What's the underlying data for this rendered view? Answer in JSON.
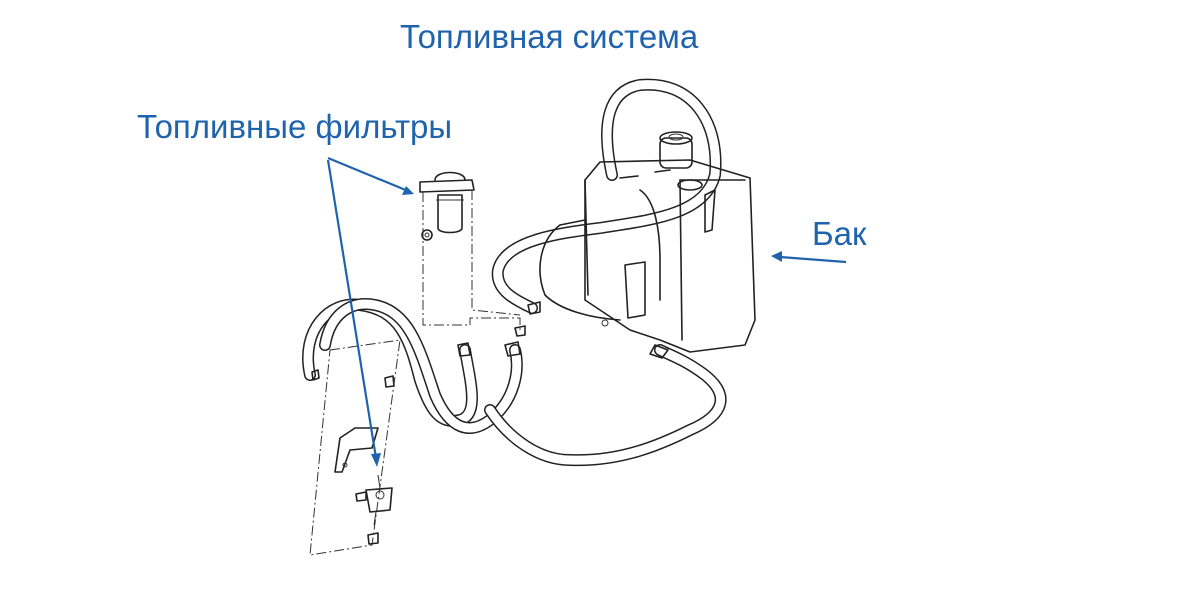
{
  "diagram": {
    "title": "Топливная система",
    "labels": {
      "fuel_filters": "Топливные фильтры",
      "tank": "Бак"
    },
    "components": [
      {
        "name": "fuel-tank",
        "label_ref": "tank"
      },
      {
        "name": "upper-fuel-filter",
        "label_ref": "fuel_filters"
      },
      {
        "name": "lower-fuel-filter",
        "label_ref": "fuel_filters"
      },
      {
        "name": "fuel-hoses"
      },
      {
        "name": "mounting-bracket"
      }
    ],
    "colors": {
      "annotation": "#1f63ad",
      "drawing": "#222222",
      "background": "#ffffff"
    }
  }
}
